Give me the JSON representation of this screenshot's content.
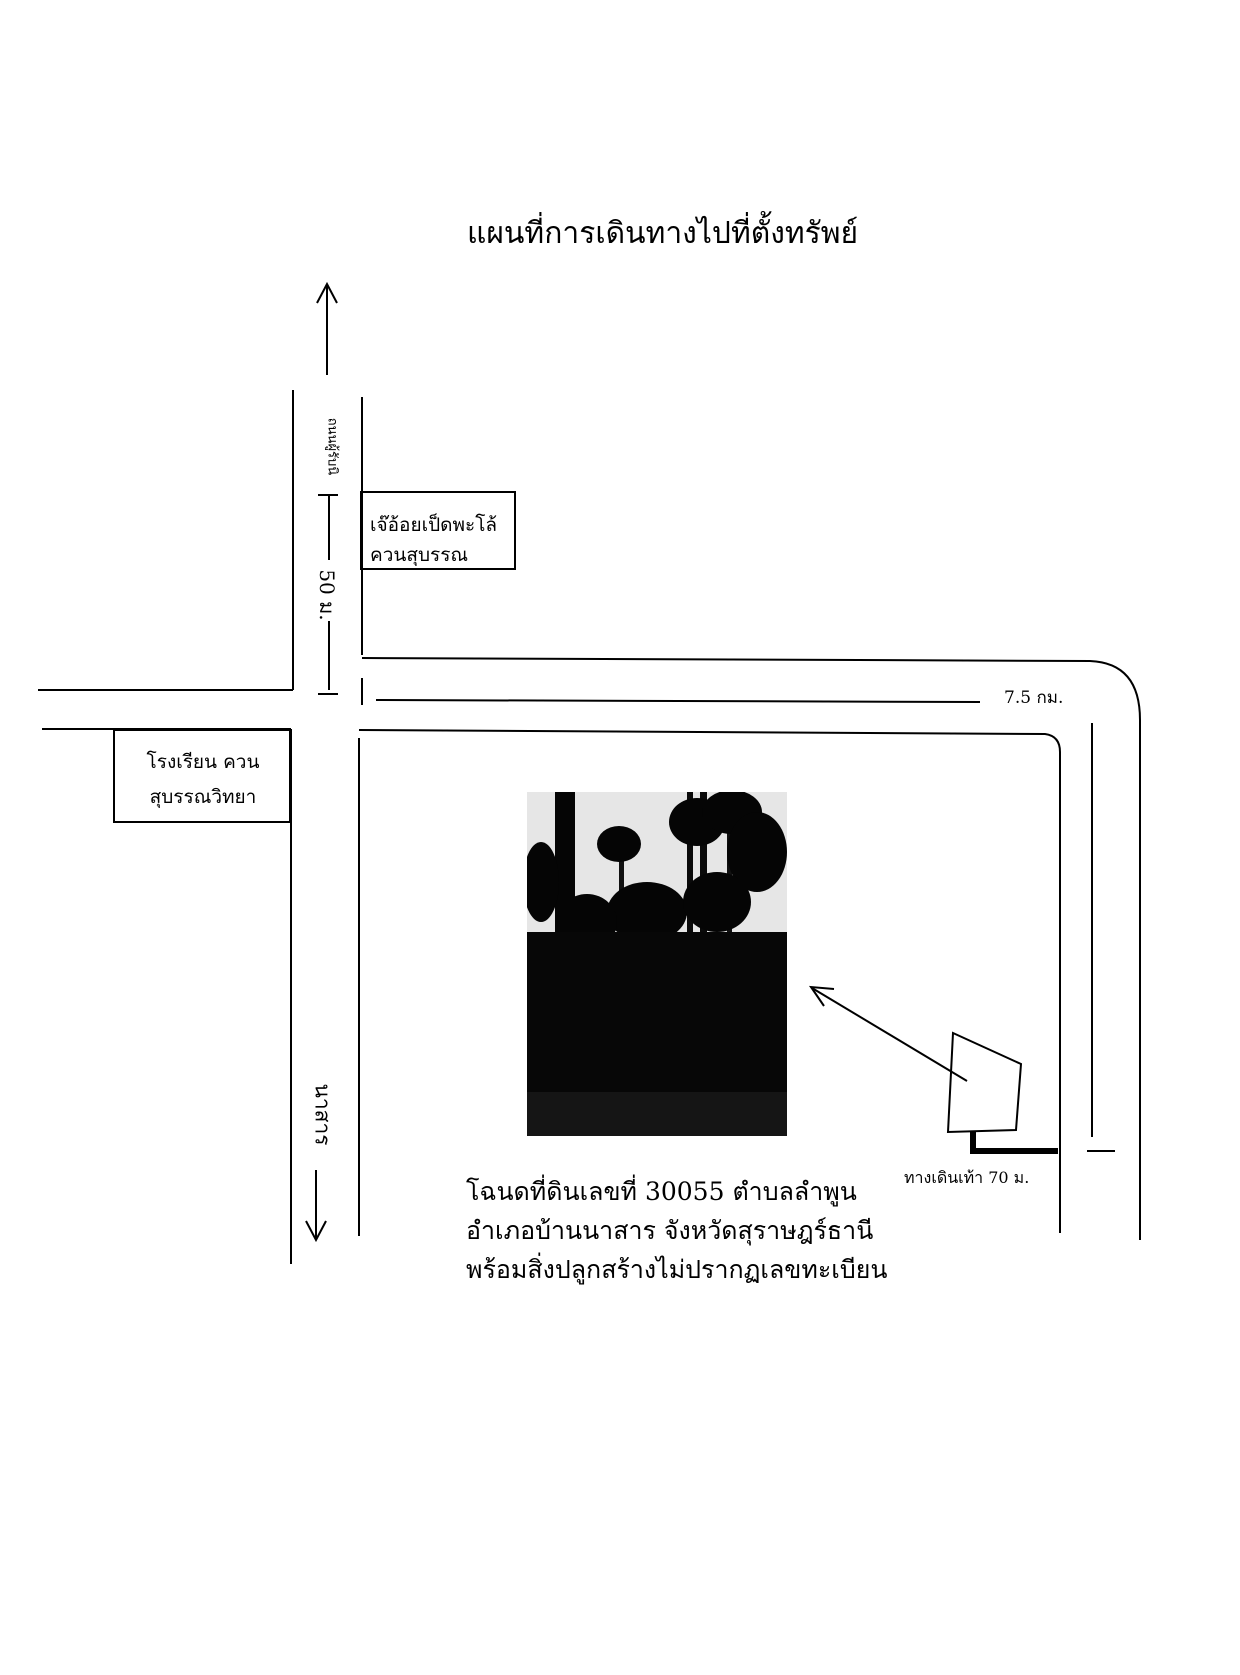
{
  "title": "แผนที่การเดินทางไปที่ตั้งทรัพย์",
  "roads": {
    "north_label": "ถนนผู้รับนิ",
    "south_label": "นาสาร",
    "distance_main": "50 ม.",
    "distance_east": "7.5 กม.",
    "walkway": "ทางเดินเท้า 70 ม."
  },
  "landmarks": {
    "restaurant": "เจ๊อ้อยเป็ดพะโล้ ควนสุบรรณ",
    "school": "โรงเรียน ควนสุบรรณวิทยา"
  },
  "property_photo": "property-photo",
  "caption": {
    "line1": "โฉนดที่ดินเลขที่ 30055 ตำบลลำพูน",
    "line2": "อำเภอบ้านนาสาร จังหวัดสุราษฎร์ธานี",
    "line3": "พร้อมสิ่งปลูกสร้างไม่ปรากฏเลขทะเบียน"
  }
}
